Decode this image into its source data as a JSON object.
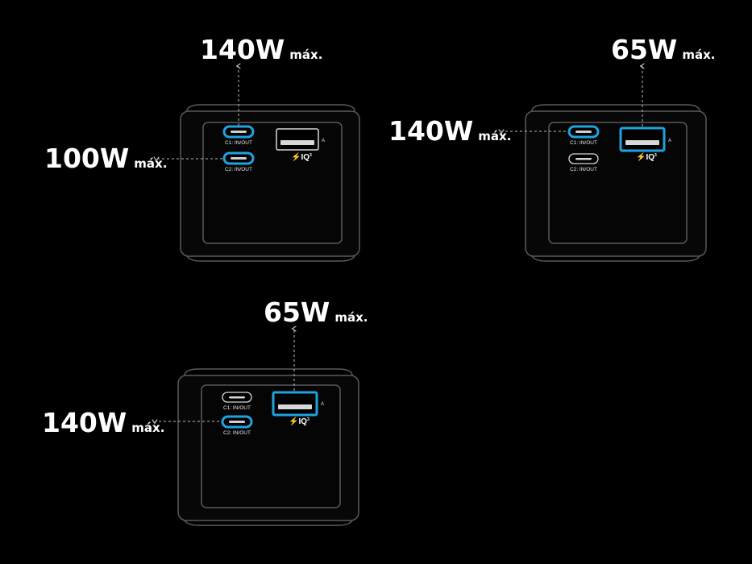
{
  "colors": {
    "background": "#000000",
    "active_port": "#1fa3e0",
    "outline": "#5a5a5a",
    "text": "#ffffff",
    "dashed_line": "#bbbbbb"
  },
  "port_labels": {
    "c1": "C1: IN/OUT",
    "c2": "C2: IN/OUT",
    "a": "A",
    "iq": "IQ",
    "iq_sup": "3"
  },
  "unit_suffix": "máx.",
  "configs": [
    {
      "active_ports": [
        "C1",
        "C2"
      ],
      "callouts": [
        {
          "port": "C1",
          "value": "140W",
          "suffix": "máx."
        },
        {
          "port": "C2",
          "value": "100W",
          "suffix": "máx."
        }
      ]
    },
    {
      "active_ports": [
        "C1",
        "A"
      ],
      "callouts": [
        {
          "port": "C1",
          "value": "140W",
          "suffix": "máx."
        },
        {
          "port": "A",
          "value": "65W",
          "suffix": "máx."
        }
      ]
    },
    {
      "active_ports": [
        "C2",
        "A"
      ],
      "callouts": [
        {
          "port": "A",
          "value": "65W",
          "suffix": "máx."
        },
        {
          "port": "C2",
          "value": "140W",
          "suffix": "máx."
        }
      ]
    }
  ]
}
